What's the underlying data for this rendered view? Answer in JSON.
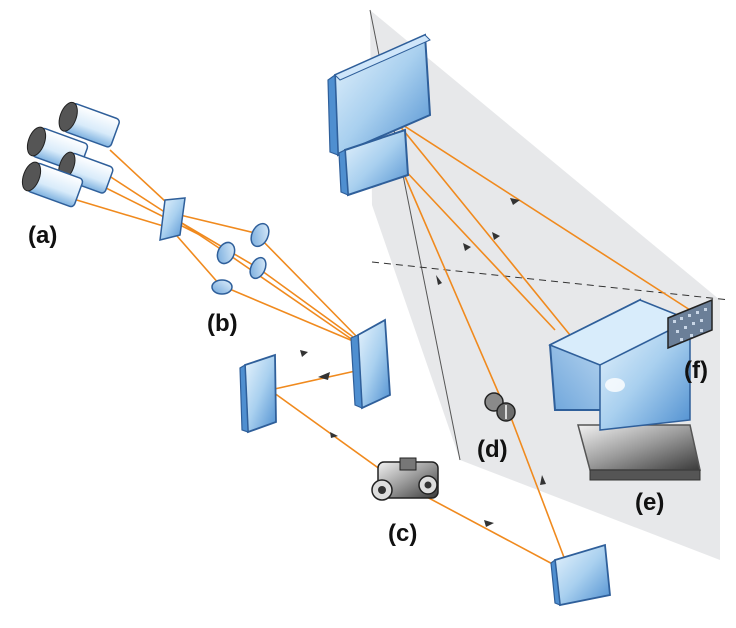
{
  "labels": {
    "a": "(a)",
    "b": "(b)",
    "c": "(c)",
    "d": "(d)",
    "e": "(e)",
    "f": "(f)"
  },
  "colors": {
    "beam": "#f08a1e",
    "glass_light": "#dceefb",
    "glass_mid": "#9cc8ec",
    "glass_dark": "#4f8fd0",
    "outline": "#2f5f9a",
    "plane": "#c8cad0",
    "label": "#111111"
  },
  "components": {
    "a": "laser-sources",
    "b": "beam-combining-lenses",
    "c": "scanning-mirror-assembly",
    "d": "focusing-lens",
    "e": "prism-on-base",
    "f": "target-pattern"
  }
}
